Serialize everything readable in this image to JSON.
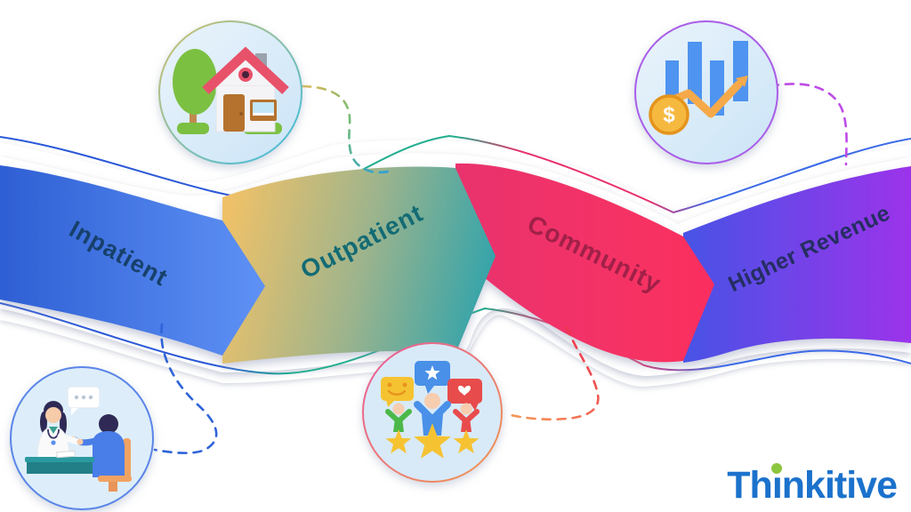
{
  "flow": {
    "steps": [
      {
        "label": "Inpatient",
        "text_color": "#17406b",
        "gradient_start": "#2e5fd4",
        "gradient_end": "#5f92f5",
        "connector_color": "#2e63d8",
        "icon": "doctor-patient-consultation"
      },
      {
        "label": "Outpatient",
        "text_color": "#136b74",
        "gradient_start": "#eec169",
        "gradient_end": "#2ea3ac",
        "connector_color": "#6cbb77",
        "icon": "home-care"
      },
      {
        "label": "Community",
        "text_color": "#a02048",
        "gradient_start": "#e9336e",
        "gradient_end": "#fb2f5f",
        "connector_color": "#ee3350",
        "icon": "community-rating"
      },
      {
        "label": "Higher Revenue",
        "text_color": "#252e61",
        "gradient_start": "#4853e6",
        "gradient_end": "#9c33ea",
        "connector_color": "#bd4be5",
        "icon": "revenue-growth"
      }
    ]
  },
  "icons": {
    "dollar_symbol": "$"
  },
  "logo": {
    "text_before_accent": "Th",
    "accent_letter": "i",
    "text_after_accent": "nkitive",
    "text_color": "#1b72cc",
    "accent_dot_color": "#8cc63e"
  }
}
